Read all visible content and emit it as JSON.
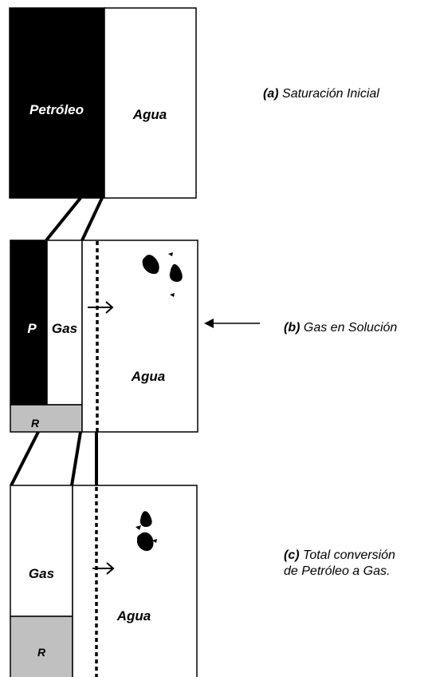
{
  "panels": {
    "a": {
      "oil_label": "Petróleo",
      "water_label": "Agua",
      "caption_tag": "(a)",
      "caption_text": "Saturación Inicial"
    },
    "b": {
      "oil_label": "P",
      "gas_label": "Gas",
      "residual_label": "R",
      "water_label": "Agua",
      "caption_tag": "(b)",
      "caption_text": "Gas en Solución"
    },
    "c": {
      "gas_label": "Gas",
      "residual_label": "R",
      "water_label": "Agua",
      "caption_tag": "(c)",
      "caption_line1": "Total conversión",
      "caption_line2": "de Petróleo a Gas."
    }
  },
  "colors": {
    "oil": "#000000",
    "water": "#ffffff",
    "gas": "#ffffff",
    "residual": "#c0c0c0",
    "outline": "#000000"
  }
}
